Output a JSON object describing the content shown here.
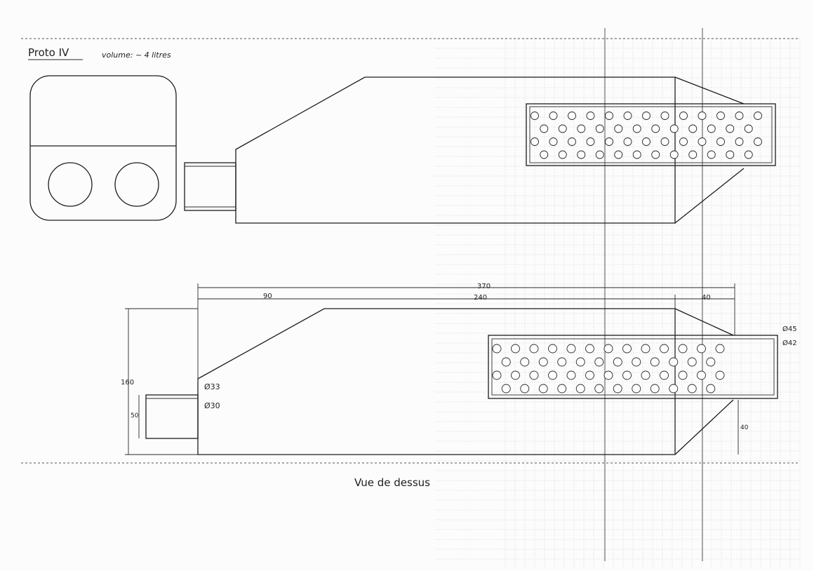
{
  "title": "Proto IV",
  "volume_label": "volume: ~ 4 litres",
  "view_caption": "Vue de dessus",
  "dimensions": {
    "total_length": "370",
    "front_length": "90",
    "body_length": "240",
    "end_length": "40",
    "overall_width": "160",
    "inlet_width": "50",
    "right_depth": "40",
    "inlet_outer_diameter": "Ø33",
    "inlet_inner_diameter": "Ø30",
    "outlet_outer_diameter": "Ø45",
    "outlet_inner_diameter": "Ø42"
  },
  "colors": {
    "ink": "#1c1c1c",
    "paper": "#fcfcfc",
    "grid": "#b8b8b8"
  }
}
